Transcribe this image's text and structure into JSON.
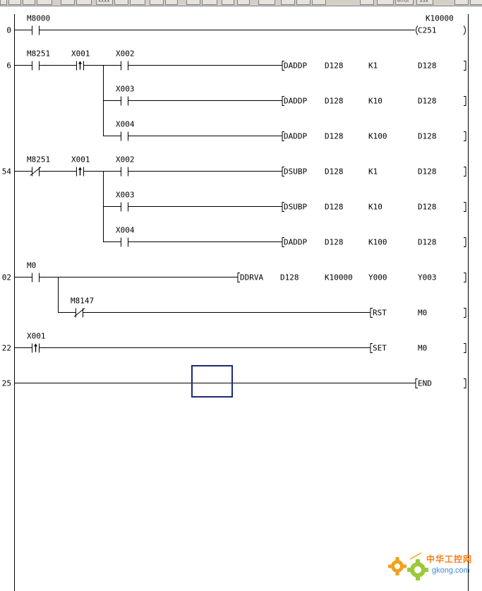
{
  "toolbar": {
    "labels": [
      "xxxx",
      "error",
      "33x"
    ]
  },
  "rungs": [
    {
      "step": "0",
      "contacts": [
        {
          "label": "M8000",
          "type": "no"
        }
      ],
      "coil": {
        "instr": "C251",
        "bracket": "paren",
        "header": "K10000"
      }
    },
    {
      "step": "6",
      "contacts": [
        {
          "label": "M8251",
          "type": "no"
        },
        {
          "label": "X001",
          "type": "rising"
        }
      ],
      "branches": [
        {
          "contact": {
            "label": "X002",
            "type": "no"
          },
          "instr": [
            "DADDP",
            "D128",
            "K1",
            "D128"
          ]
        },
        {
          "contact": {
            "label": "X003",
            "type": "no"
          },
          "instr": [
            "DADDP",
            "D128",
            "K10",
            "D128"
          ]
        },
        {
          "contact": {
            "label": "X004",
            "type": "no"
          },
          "instr": [
            "DADDP",
            "D128",
            "K100",
            "D128"
          ]
        }
      ]
    },
    {
      "step": "54",
      "contacts": [
        {
          "label": "M8251",
          "type": "nc"
        },
        {
          "label": "X001",
          "type": "rising"
        }
      ],
      "branches": [
        {
          "contact": {
            "label": "X002",
            "type": "no"
          },
          "instr": [
            "DSUBP",
            "D128",
            "K1",
            "D128"
          ]
        },
        {
          "contact": {
            "label": "X003",
            "type": "no"
          },
          "instr": [
            "DSUBP",
            "D128",
            "K10",
            "D128"
          ]
        },
        {
          "contact": {
            "label": "X004",
            "type": "no"
          },
          "instr": [
            "DADDP",
            "D128",
            "K100",
            "D128"
          ]
        }
      ]
    },
    {
      "step": "02",
      "contacts": [
        {
          "label": "M0",
          "type": "no"
        }
      ],
      "instr": [
        "DDRVA",
        "D128",
        "K10000",
        "Y000",
        "Y003"
      ],
      "branch": {
        "contact": {
          "label": "M8147",
          "type": "nc"
        },
        "instr": [
          "RST",
          "M0"
        ]
      }
    },
    {
      "step": "22",
      "contacts": [
        {
          "label": "X001",
          "type": "rising"
        }
      ],
      "instr": [
        "SET",
        "M0"
      ]
    },
    {
      "step": "25",
      "instr": [
        "END"
      ]
    }
  ],
  "watermark": {
    "site": "中华工控网",
    "url": "gkong.com"
  }
}
